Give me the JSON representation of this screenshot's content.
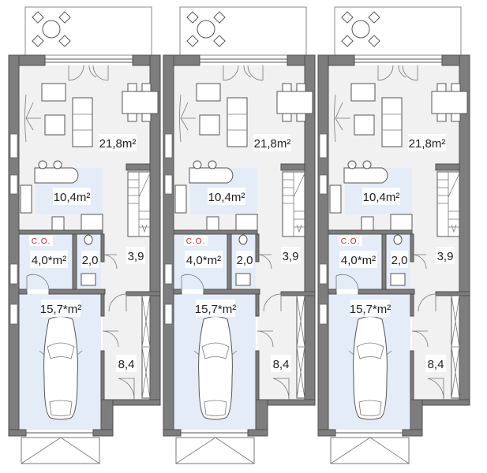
{
  "units": [
    {
      "rooms": {
        "living": "21,8m²",
        "kitchen": "10,4m²",
        "boiler_label": "C.O.",
        "boiler": "4,0*m²",
        "bathroom": "2,0",
        "hall": "3,9",
        "garage": "15,7*m²",
        "entrance": "8,4"
      }
    },
    {
      "rooms": {
        "living": "21,8m²",
        "kitchen": "10,4m²",
        "boiler_label": "C.O.",
        "boiler": "4,0*m²",
        "bathroom": "2,0",
        "hall": "3,9",
        "garage": "15,7*m²",
        "entrance": "8,4"
      }
    },
    {
      "rooms": {
        "living": "21,8m²",
        "kitchen": "10,4m²",
        "boiler_label": "C.O.",
        "boiler": "4,0*m²",
        "bathroom": "2,0",
        "hall": "3,9",
        "garage": "15,7*m²",
        "entrance": "8,4"
      }
    }
  ],
  "colors": {
    "wall": "#7d7d7d",
    "floor": "#f1f1f1",
    "highlight": "#e4ecf7",
    "boiler_label": "#c8202a"
  }
}
